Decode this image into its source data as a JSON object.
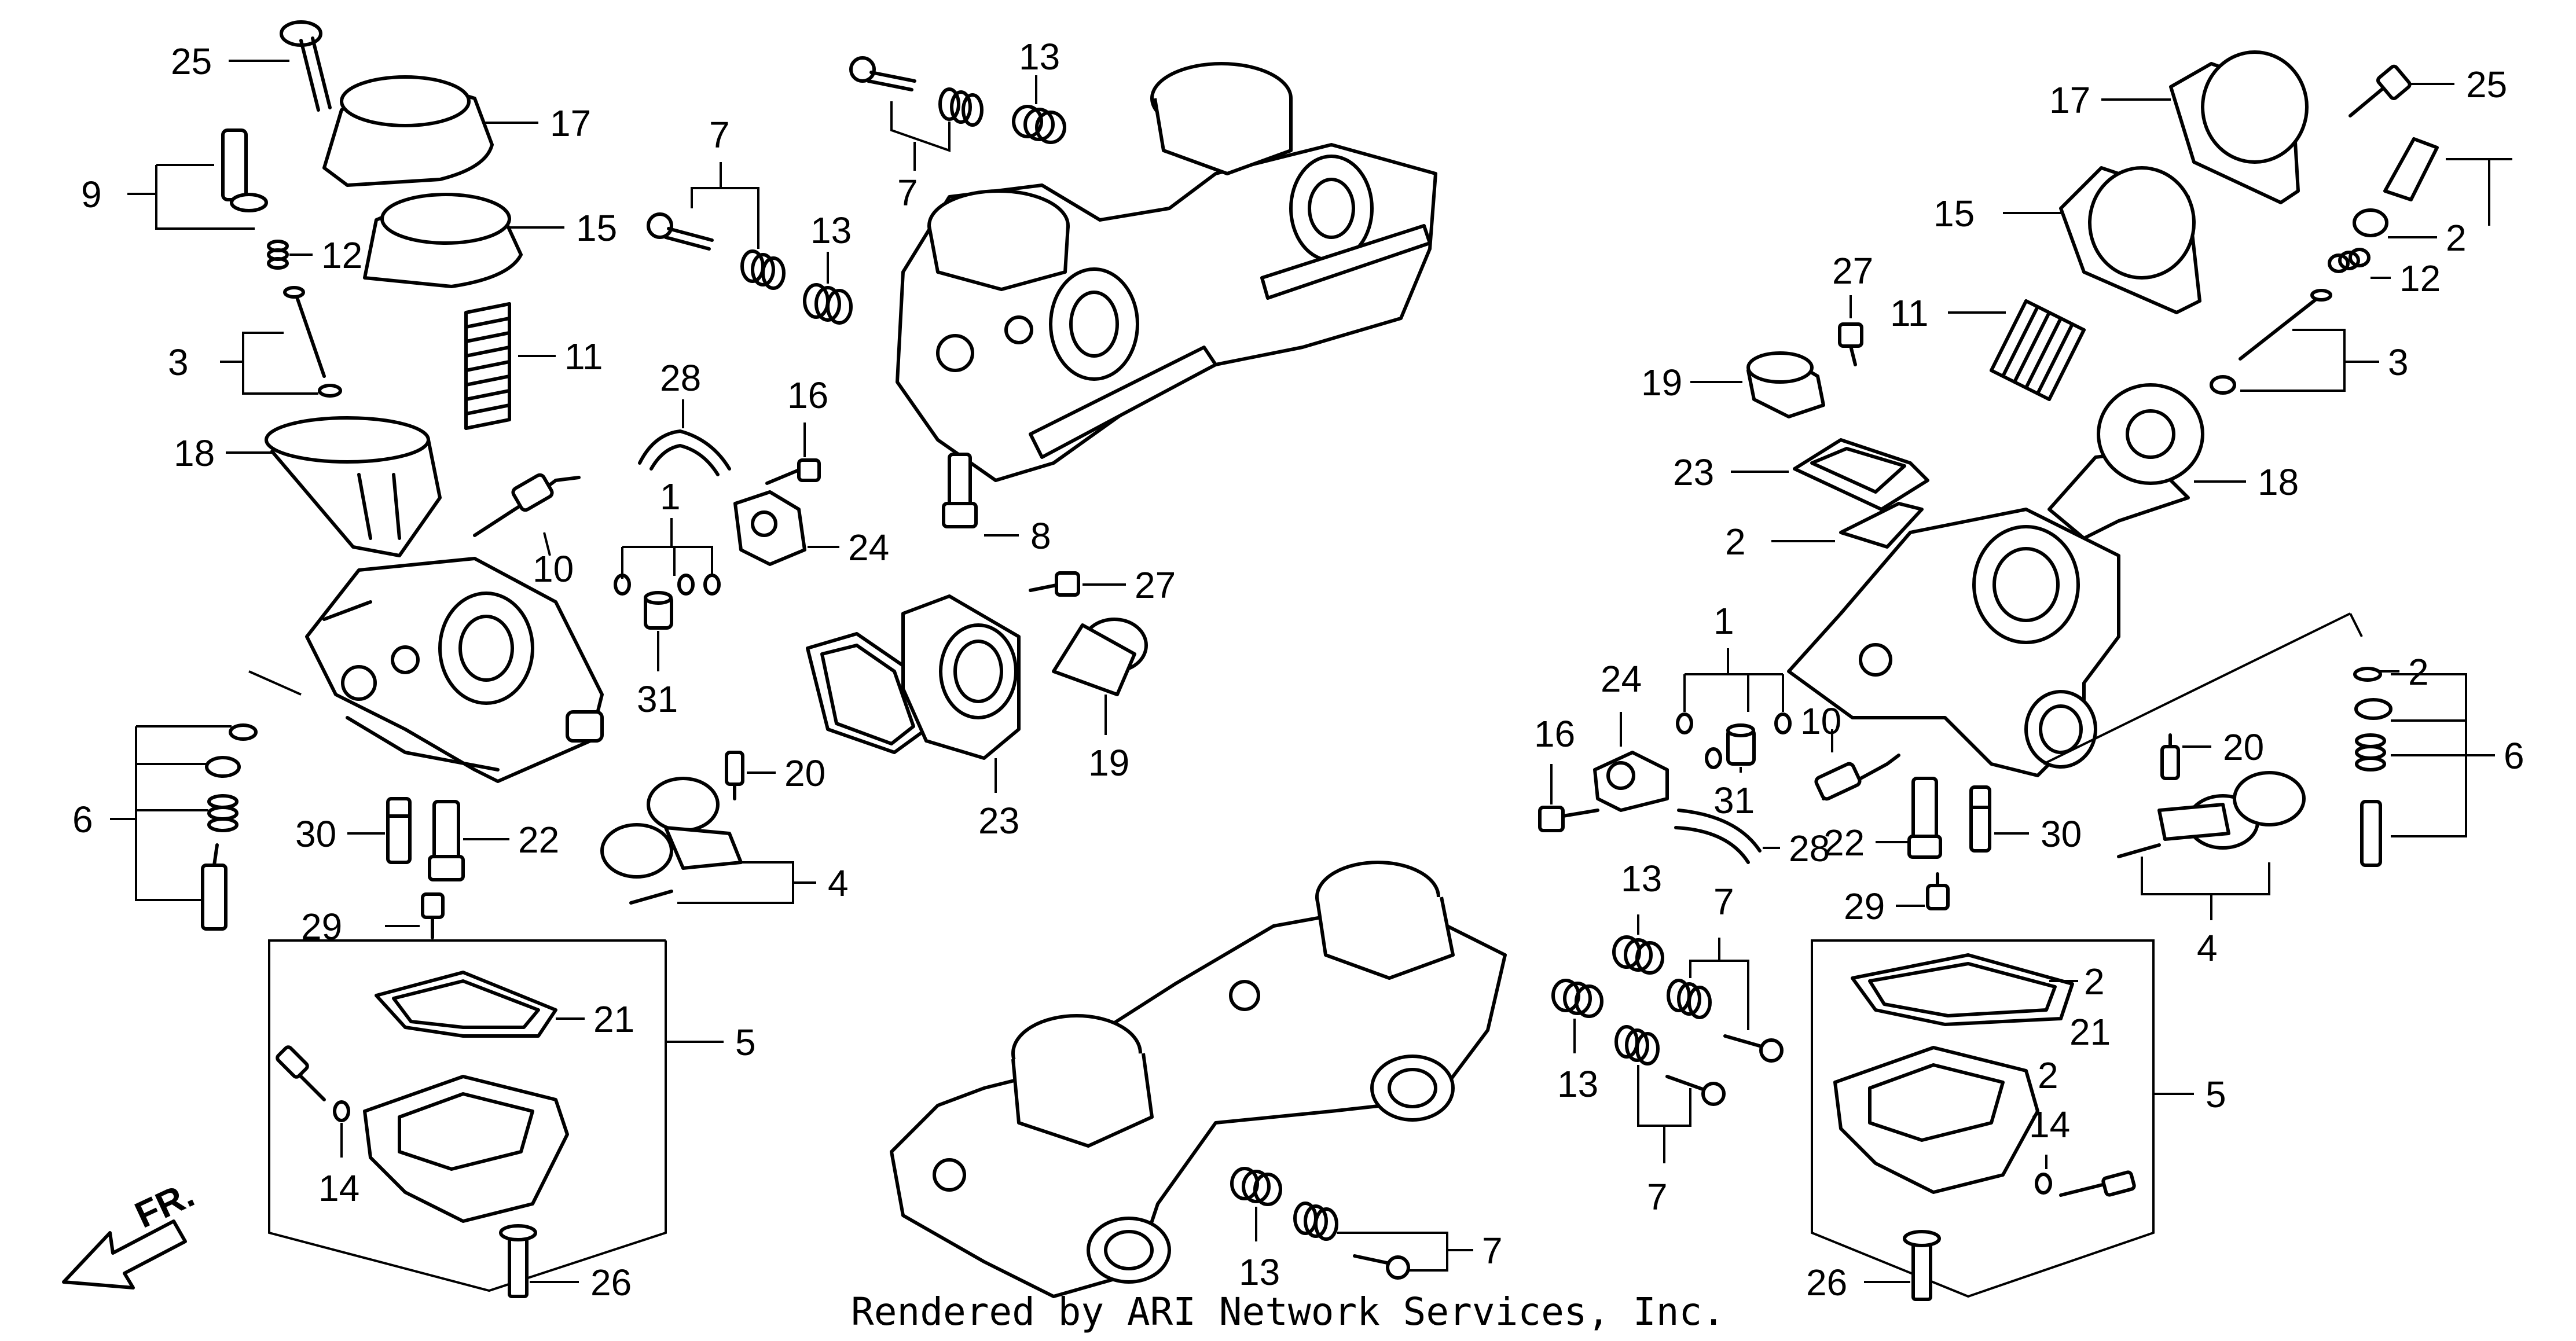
{
  "diagram": {
    "labels": {
      "l1a": "25",
      "l17a": "17",
      "l9": "9",
      "l12a": "12",
      "l15a": "15",
      "l3a": "3",
      "l11a": "11",
      "l18a": "18",
      "l10a": "10",
      "l1b": "1",
      "l28a": "28",
      "l16a": "16",
      "l24a": "24",
      "l31a": "31",
      "l6a": "6",
      "l30a": "30",
      "l22a": "22",
      "l29a": "29",
      "l20a": "20",
      "l4a": "4",
      "l21a": "21",
      "l5a": "5",
      "l14a": "14",
      "l26a": "26",
      "l7a": "7",
      "l13a": "13",
      "l7b": "7",
      "l13b": "13",
      "l8": "8",
      "l27a": "27",
      "l19a": "19",
      "l23a": "23",
      "l17b": "17",
      "l25b": "25",
      "l15b": "15",
      "l2a": "2",
      "l12b": "12",
      "l27b": "27",
      "l11b": "11",
      "l3b": "3",
      "l19b": "19",
      "l23b": "23",
      "l18b": "18",
      "l2b": "2",
      "l1c": "1",
      "l24b": "24",
      "l10b": "10",
      "l16b": "16",
      "l31b": "31",
      "l28b": "28",
      "l20b": "20",
      "l22b": "22",
      "l30b": "30",
      "l2c": "2",
      "l6b": "6",
      "l29b": "29",
      "l4b": "4",
      "l13c": "13",
      "l7c": "7",
      "l13d": "13",
      "l7d": "7",
      "l13e": "13",
      "l7e": "7",
      "l2d": "2",
      "l21b": "21",
      "l2e": "2",
      "l5b": "5",
      "l14b": "14",
      "l26b": "26"
    },
    "direction_label": "FR.",
    "credit": "Rendered by ARI Network Services, Inc."
  }
}
